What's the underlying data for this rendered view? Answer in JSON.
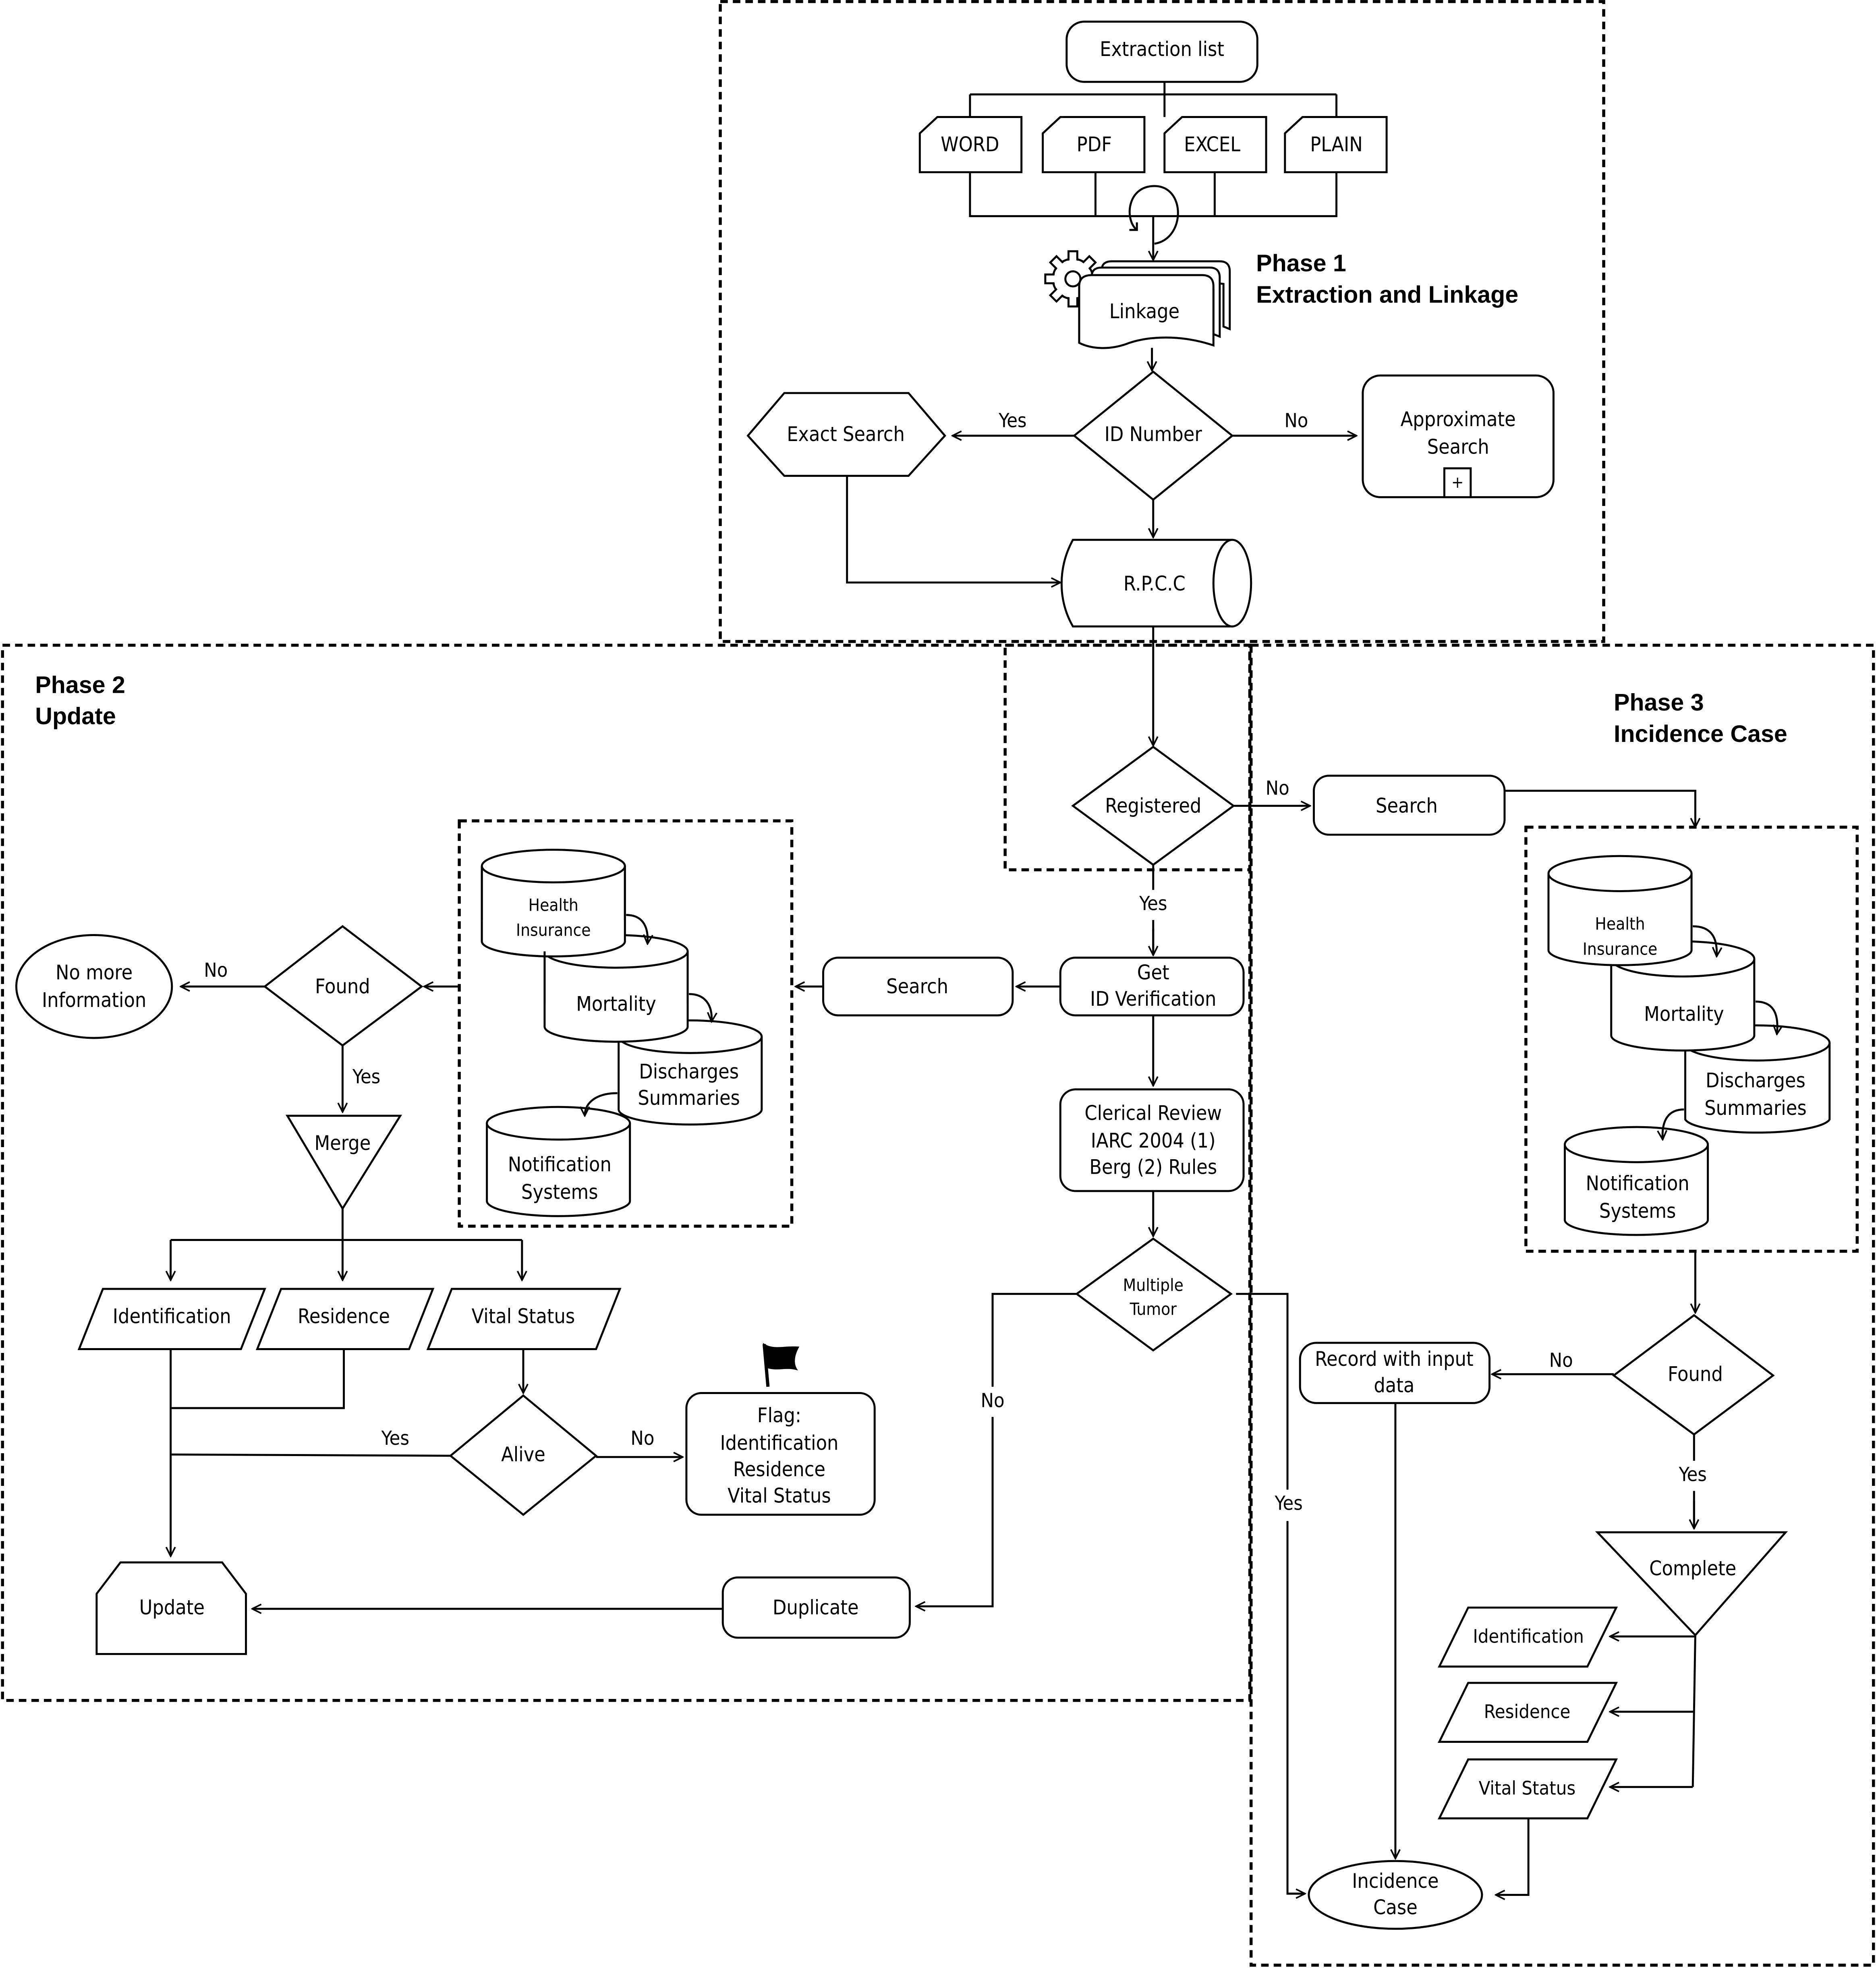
{
  "phase1": {
    "title": "Phase 1",
    "subtitle": "Extraction and Linkage",
    "extraction_list": "Extraction list",
    "formats": [
      "WORD",
      "PDF",
      "EXCEL",
      "PLAIN"
    ],
    "linkage": "Linkage",
    "id_number": "ID Number",
    "exact_search": "Exact Search",
    "approximate_search_1": "Approximate",
    "approximate_search_2": "Search",
    "expand_marker": "+",
    "rpcc": "R.P.C.C",
    "yes": "Yes",
    "no": "No"
  },
  "phase2": {
    "title": "Phase 2",
    "subtitle": "Update",
    "registered": "Registered",
    "yes": "Yes",
    "get_id_1": "Get",
    "get_id_2": "ID Verification",
    "search": "Search",
    "clerical_1": "Clerical Review",
    "clerical_2": "IARC 2004 (1)",
    "clerical_3": "Berg (2) Rules",
    "multiple_tumor_1": "Multiple",
    "multiple_tumor_2": "Tumor",
    "mt_no": "No",
    "duplicate": "Duplicate",
    "update": "Update",
    "found": "Found",
    "found_no": "No",
    "found_yes": "Yes",
    "no_more_1": "No more",
    "no_more_2": "Information",
    "merge": "Merge",
    "identification": "Identification",
    "residence": "Residence",
    "vital_status": "Vital Status",
    "alive": "Alive",
    "alive_yes": "Yes",
    "alive_no": "No",
    "flag_1": "Flag:",
    "flag_2": "Identification",
    "flag_3": "Residence",
    "flag_4": "Vital Status",
    "databases": {
      "health_1": "Health",
      "health_2": "Insurance",
      "mortality": "Mortality",
      "discharges_1": "Discharges",
      "discharges_2": "Summaries",
      "notification_1": "Notification",
      "notification_2": "Systems"
    }
  },
  "phase3": {
    "title": "Phase 3",
    "subtitle": "Incidence Case",
    "reg_no": "No",
    "search": "Search",
    "found": "Found",
    "found_no": "No",
    "found_yes": "Yes",
    "record_1": "Record with input",
    "record_2": "data",
    "complete": "Complete",
    "identification": "Identification",
    "residence": "Residence",
    "vital_status": "Vital Status",
    "mt_yes": "Yes",
    "incidence_1": "Incidence",
    "incidence_2": "Case",
    "databases": {
      "health_1": "Health",
      "health_2": "Insurance",
      "mortality": "Mortality",
      "discharges_1": "Discharges",
      "discharges_2": "Summaries",
      "notification_1": "Notification",
      "notification_2": "Systems"
    }
  }
}
